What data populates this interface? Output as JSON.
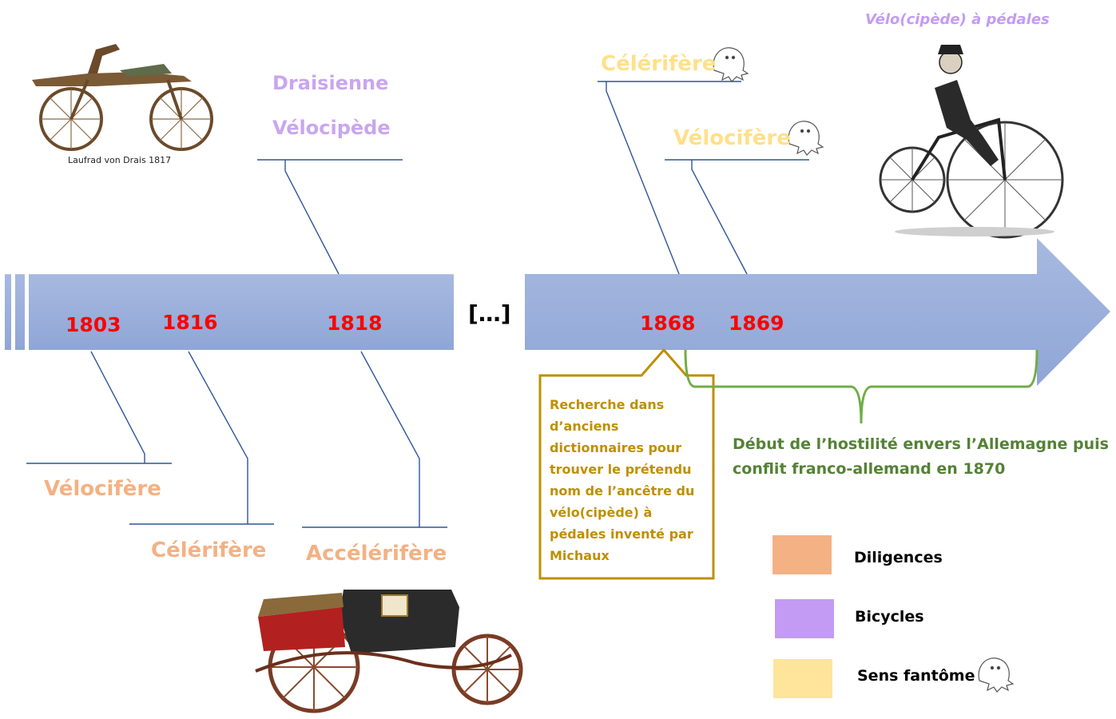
{
  "timeline": {
    "ellipsis": "[…]",
    "years": [
      "1803",
      "1816",
      "1818",
      "1868",
      "1869"
    ]
  },
  "labels": {
    "bottom_1803": "Vélocifère",
    "bottom_1816": "Célérifère",
    "bottom_1818": "Accélérifère",
    "top_1818_line1": "Draisienne",
    "top_1818_line2": "Vélocipède",
    "top_1868": "Célérifère",
    "top_1869": "Vélocifère",
    "velo_pedales": "Vélo(cipède) à pédales"
  },
  "images": {
    "draisine_caption": "Laufrad von Drais 1817"
  },
  "notes": {
    "gold_callout": "Recherche dans d’anciens dictionnaires pour trouver le prétendu nom de l’ancêtre du vélo(cipède) à pédales inventé par Michaux",
    "green_brace_line1": "Début de l’hostilité envers l’Allemagne puis",
    "green_brace_line2": "conflit franco-allemand en 1870"
  },
  "legend": [
    {
      "label": "Diligences",
      "color": "#f4b183"
    },
    {
      "label": "Bicycles",
      "color": "#c39bf5"
    },
    {
      "label": "Sens fantôme",
      "color": "#ffe49b",
      "icon": "ghost-icon"
    }
  ],
  "colors": {
    "bar": "#8fa6d6",
    "years": "#ff0000",
    "connector": "#2f5597",
    "callout_border": "#bf8f00",
    "brace": "#70ad47"
  }
}
